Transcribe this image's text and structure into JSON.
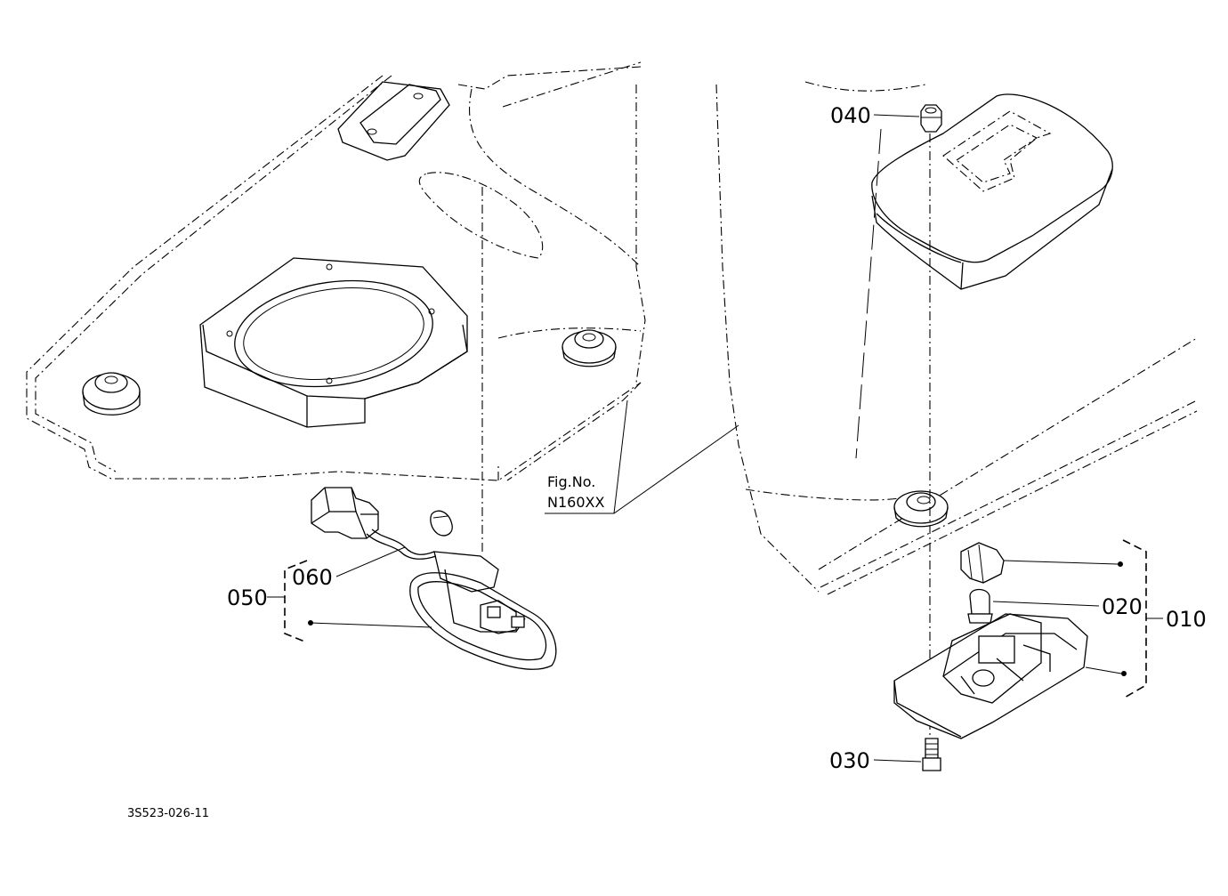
{
  "diagram": {
    "drawing_code": "3S523-026-11",
    "fig_ref": {
      "line1": "Fig.No.",
      "line2": "N160XX"
    },
    "callouts": {
      "p010": "010",
      "p020": "020",
      "p030": "030",
      "p040": "040",
      "p050": "050",
      "p060": "060"
    }
  }
}
